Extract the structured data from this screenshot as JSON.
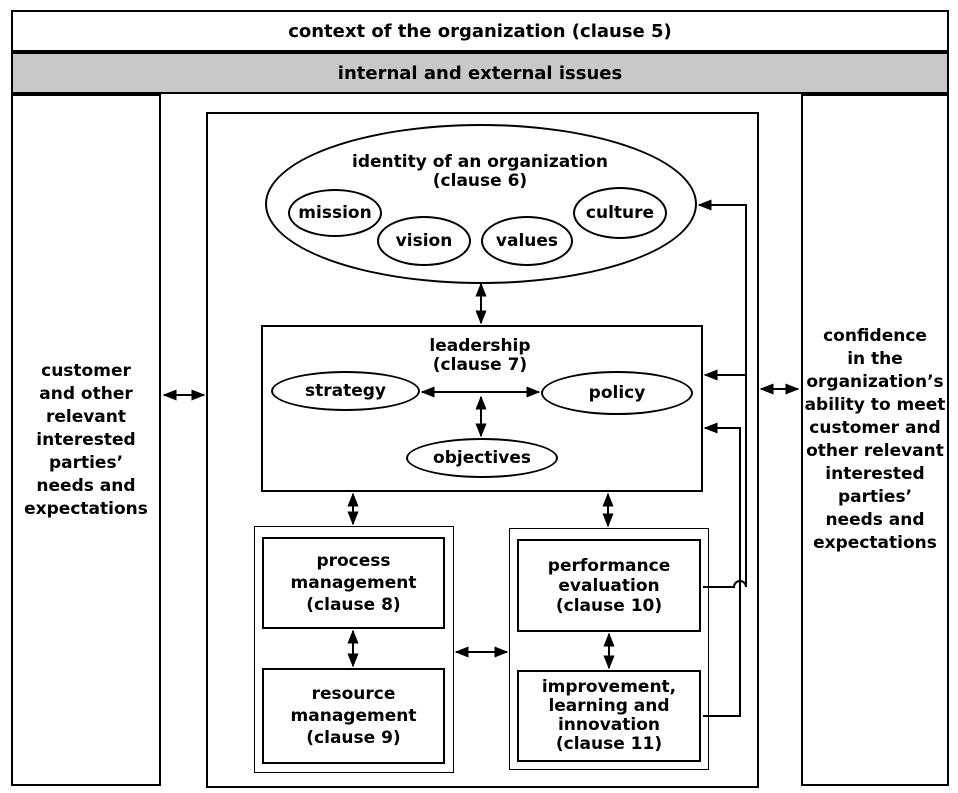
{
  "header": {
    "context_title": "context of the organization (clause 5)",
    "issues_title": "internal and external issues"
  },
  "left_panel": {
    "text": "customer\nand other\nrelevant\ninterested\nparties’\nneeds and\nexpectations"
  },
  "right_panel": {
    "text": "confidence\nin the\norganization’s\nability to meet\ncustomer and\nother relevant\ninterested\nparties’\nneeds and\nexpectations"
  },
  "identity": {
    "title": "identity of an organization",
    "clause": "(clause 6)",
    "items": [
      "mission",
      "vision",
      "values",
      "culture"
    ]
  },
  "leadership": {
    "title": "leadership",
    "clause": "(clause 7)",
    "items": [
      "strategy",
      "policy",
      "objectives"
    ]
  },
  "process_management": {
    "text": "process\nmanagement\n(clause 8)"
  },
  "resource_management": {
    "text": "resource\nmanagement\n(clause 9)"
  },
  "performance_evaluation": {
    "text": "performance\nevaluation\n(clause 10)"
  },
  "improvement": {
    "text": "improvement,\nlearning and\ninnovation\n(clause 11)"
  },
  "colors": {
    "issues_bar": "#c8c8c8",
    "line": "#000000"
  }
}
